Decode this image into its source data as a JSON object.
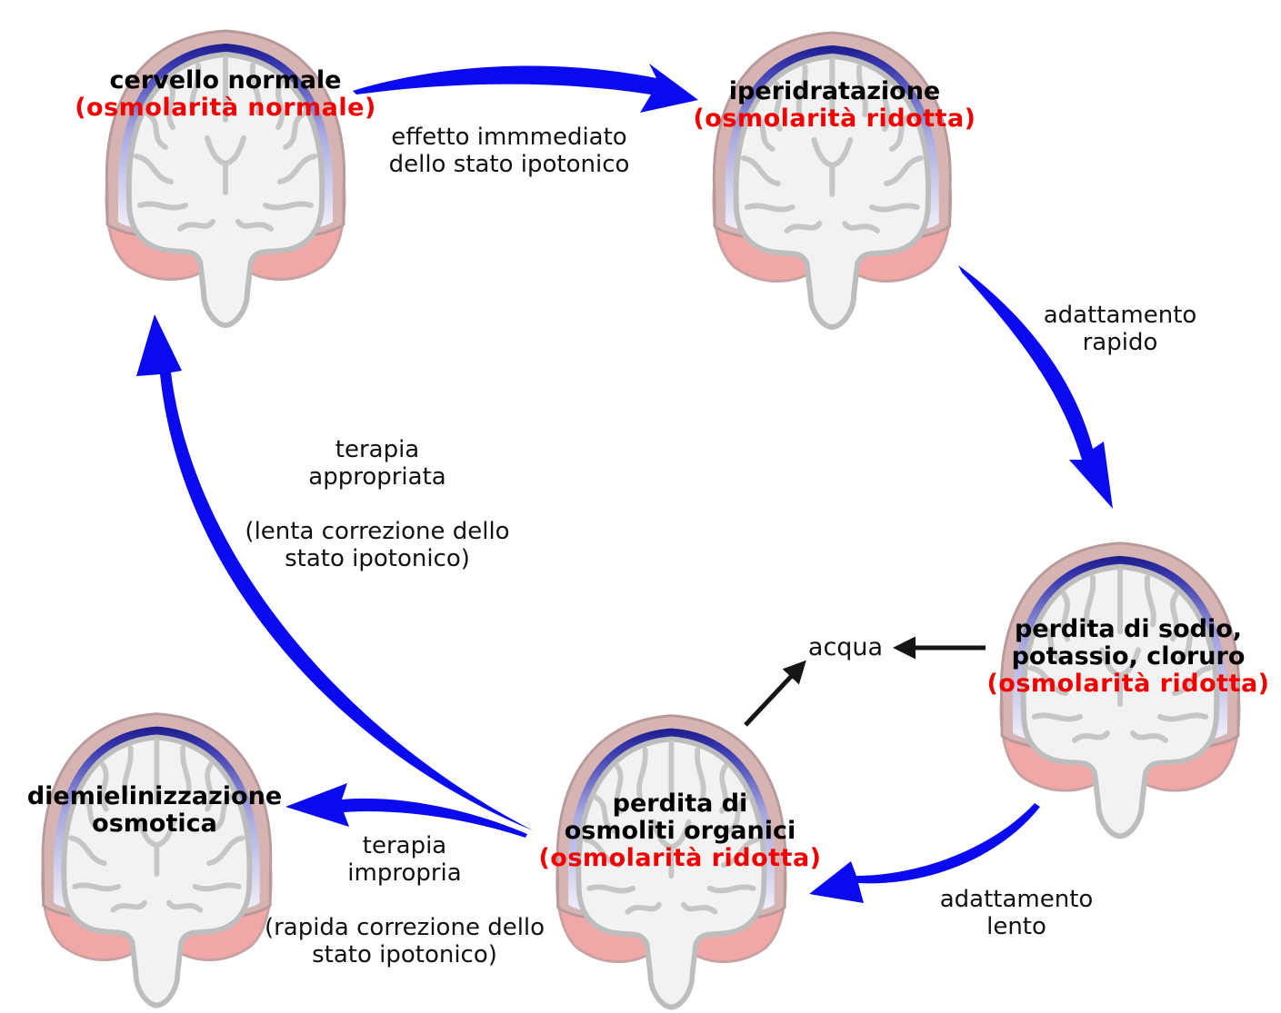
{
  "nodes": {
    "normal": {
      "title": "cervello normale",
      "osm": "(osmolarità normale)"
    },
    "hyper": {
      "title": "iperidratazione",
      "osm": "(osmolarità ridotta)"
    },
    "ions": {
      "title1": "perdita di sodio,",
      "title2": "potassio, cloruro",
      "osm": "(osmolarità ridotta)"
    },
    "organic": {
      "title1": "perdita di",
      "title2": "osmoliti organici",
      "osm": "(osmolarità ridotta)"
    },
    "demyel": {
      "title1": "diemielinizzazione",
      "title2": "osmotica"
    }
  },
  "water": "acqua",
  "edges": {
    "immediate": {
      "line1": "effetto immmediato",
      "line2": "dello stato ipotonico"
    },
    "rapid": {
      "line1": "adattamento",
      "line2": "rapido"
    },
    "slow": {
      "line1": "adattamento",
      "line2": "lento"
    },
    "appropriate": {
      "line1": "terapia",
      "line2": "appropriata",
      "line3": "(lenta correzione dello",
      "line4": "stato ipotonico)"
    },
    "improper": {
      "line1": "terapia",
      "line2": "impropria",
      "line3": "(rapida correzione dello",
      "line4": "stato ipotonico)"
    }
  },
  "colors": {
    "arrow_blue": "#0a0aee",
    "arrow_black": "#151515",
    "osm_red": "#f20000",
    "brain_fill": "#f2f2f2",
    "cortex_blue": "#27279a",
    "skull_pink": "#e99c9c"
  }
}
